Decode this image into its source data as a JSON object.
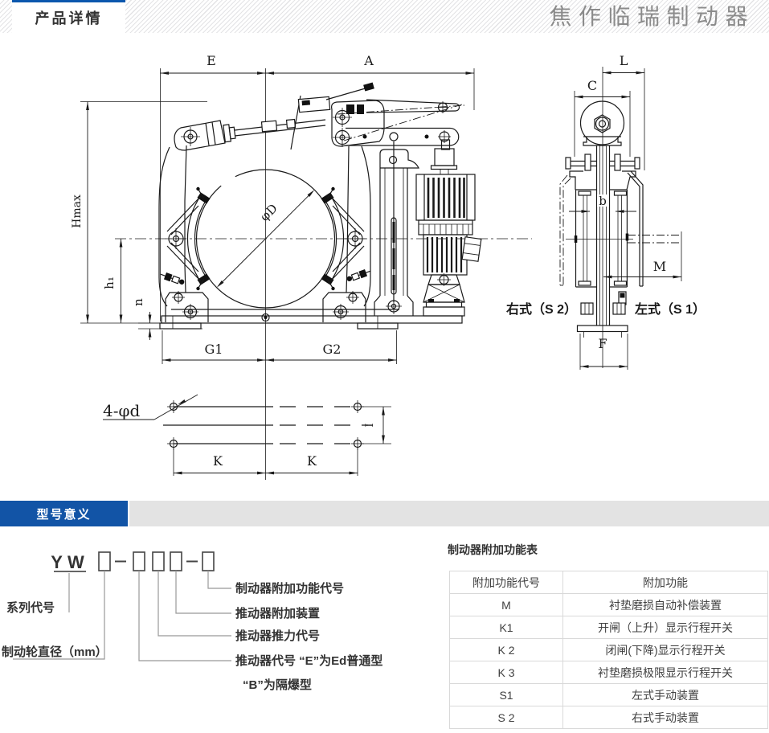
{
  "header": {
    "tab": "产品详情",
    "brand": "焦作临瑞制动器",
    "accent_color": "#0b57ad"
  },
  "drawing": {
    "dims": {
      "E": "E",
      "A": "A",
      "L": "L",
      "C": "C",
      "Hmax": "Hmax",
      "h1": "h₁",
      "n": "n",
      "G1": "G1",
      "G2": "G2",
      "phiD": "φD",
      "holes": "4-φd",
      "K_left": "K",
      "K_right": "K",
      "I": "I",
      "b": "b",
      "M": "M",
      "F": "F"
    },
    "labels": {
      "right_style": "右式（S 2）",
      "left_style": "左式（S 1）"
    }
  },
  "model_section": {
    "bar_title": "型号意义",
    "bar_color": "#1254a6",
    "code_prefix": "YW",
    "annotations": {
      "series": "系列代号",
      "diameter": "制动轮直径（mm）",
      "func_code": "制动器附加功能代号",
      "attach": "推动器附加装置",
      "thrust": "推动器推力代号",
      "thruster_type_line1": "推动器代号 “E”为Ed普通型",
      "thruster_type_line2": "“B”为隔爆型"
    }
  },
  "table": {
    "title": "制动器附加功能表",
    "headers": [
      "附加功能代号",
      "附加功能"
    ],
    "rows": [
      [
        "M",
        "衬垫磨损自动补偿装置"
      ],
      [
        "K1",
        "开闸（上升）显示行程开关"
      ],
      [
        "K 2",
        "闭闸(下降)显示行程开关"
      ],
      [
        "K 3",
        "衬垫磨损极限显示行程开关"
      ],
      [
        "S1",
        "左式手动装置"
      ],
      [
        "S 2",
        "右式手动装置"
      ]
    ]
  }
}
